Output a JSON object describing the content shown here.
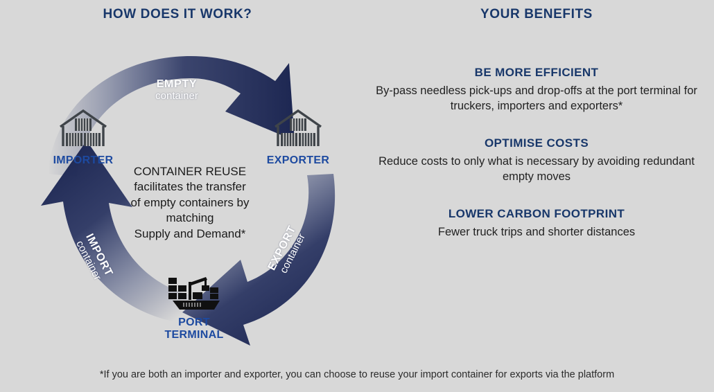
{
  "headers": {
    "left": "HOW DOES IT WORK?",
    "right": "YOUR BENEFITS"
  },
  "diagram": {
    "centre_text": "CONTAINER REUSE\nfacilitates the transfer\nof empty containers by\nmatching\nSupply and Demand*",
    "nodes": [
      {
        "id": "importer",
        "label": "IMPORTER",
        "icon": "warehouse-containers-icon"
      },
      {
        "id": "exporter",
        "label": "EXPORTER",
        "icon": "warehouse-containers-icon"
      },
      {
        "id": "port",
        "label": "PORT\nTERMINAL",
        "icon": "container-ship-crane-icon"
      }
    ],
    "arrows": [
      {
        "id": "empty",
        "title": "EMPTY",
        "subtitle": "container",
        "from": "importer",
        "to": "exporter"
      },
      {
        "id": "export",
        "title": "EXPORT",
        "subtitle": "container",
        "from": "exporter",
        "to": "port"
      },
      {
        "id": "import",
        "title": "IMPORT",
        "subtitle": "container",
        "from": "port",
        "to": "importer"
      }
    ]
  },
  "benefits": [
    {
      "title": "BE MORE EFFICIENT",
      "body": "By-pass needless pick-ups and drop-offs at the port terminal for truckers, importers and exporters*"
    },
    {
      "title": "OPTIMISE COSTS",
      "body": "Reduce costs to only what is necessary by avoiding redundant empty moves"
    },
    {
      "title": "LOWER CARBON FOOTPRINT",
      "body": "Fewer truck trips and shorter distances"
    }
  ],
  "footnote": "*If you are both an importer and exporter, you can choose to reuse your import container for exports via the platform",
  "colors": {
    "background": "#d8d8d8",
    "navy": "#1f2a5c",
    "heading_blue": "#18376a",
    "node_label_blue": "#1d4aa0",
    "icon_gray": "#3f4449",
    "icon_black": "#101010",
    "text_dark": "#222222"
  }
}
